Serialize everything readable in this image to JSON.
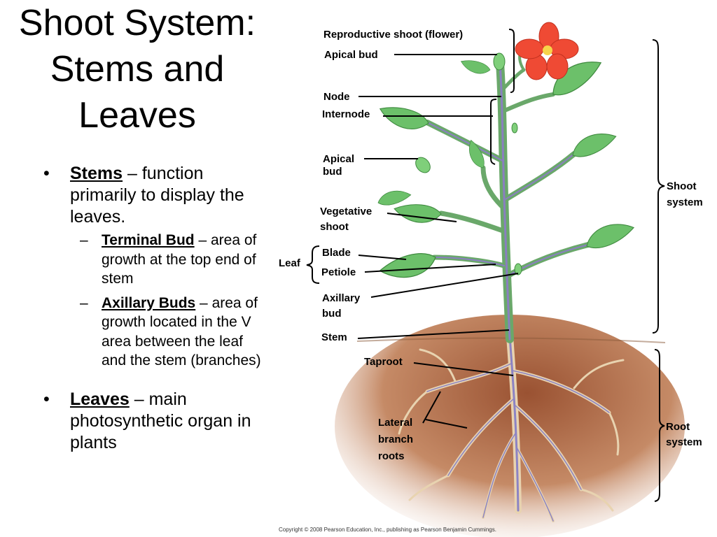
{
  "slide": {
    "title_lines": [
      "Shoot System:",
      "Stems and",
      "Leaves"
    ],
    "bullets": [
      {
        "term": "Stems",
        "text": " – function primarily to display the leaves."
      },
      {
        "term": "Leaves",
        "text": " – main photosynthetic organ in plants"
      }
    ],
    "sub_bullets": [
      {
        "term": "Terminal Bud",
        "text": " – area of growth at the top end of stem"
      },
      {
        "term": "Axillary Buds",
        "text": " – area of growth located in the V area between the leaf and the stem (branches)"
      }
    ]
  },
  "diagram": {
    "labels": {
      "reproductive_shoot": "Reproductive shoot (flower)",
      "apical_bud_top": "Apical bud",
      "node": "Node",
      "internode": "Internode",
      "apical_bud_mid": [
        "Apical",
        "bud"
      ],
      "vegetative_shoot": [
        "Vegetative",
        "shoot"
      ],
      "leaf": "Leaf",
      "blade": "Blade",
      "petiole": "Petiole",
      "axillary_bud": [
        "Axillary",
        "bud"
      ],
      "stem": "Stem",
      "taproot": "Taproot",
      "lateral_roots": [
        "Lateral",
        "branch",
        "roots"
      ],
      "shoot_system": [
        "Shoot",
        "system"
      ],
      "root_system": [
        "Root",
        "system"
      ]
    },
    "copyright": "Copyright © 2008 Pearson Education, Inc., publishing as Pearson Benjamin Cummings.",
    "colors": {
      "leaf": "#6cc06a",
      "leaf_vein": "#8a7fc0",
      "stem": "#6aa86a",
      "soil": "#b06a44",
      "root": "#e8d3b0",
      "root_vein": "#8c83c4",
      "flower": "#ef4a34"
    }
  }
}
